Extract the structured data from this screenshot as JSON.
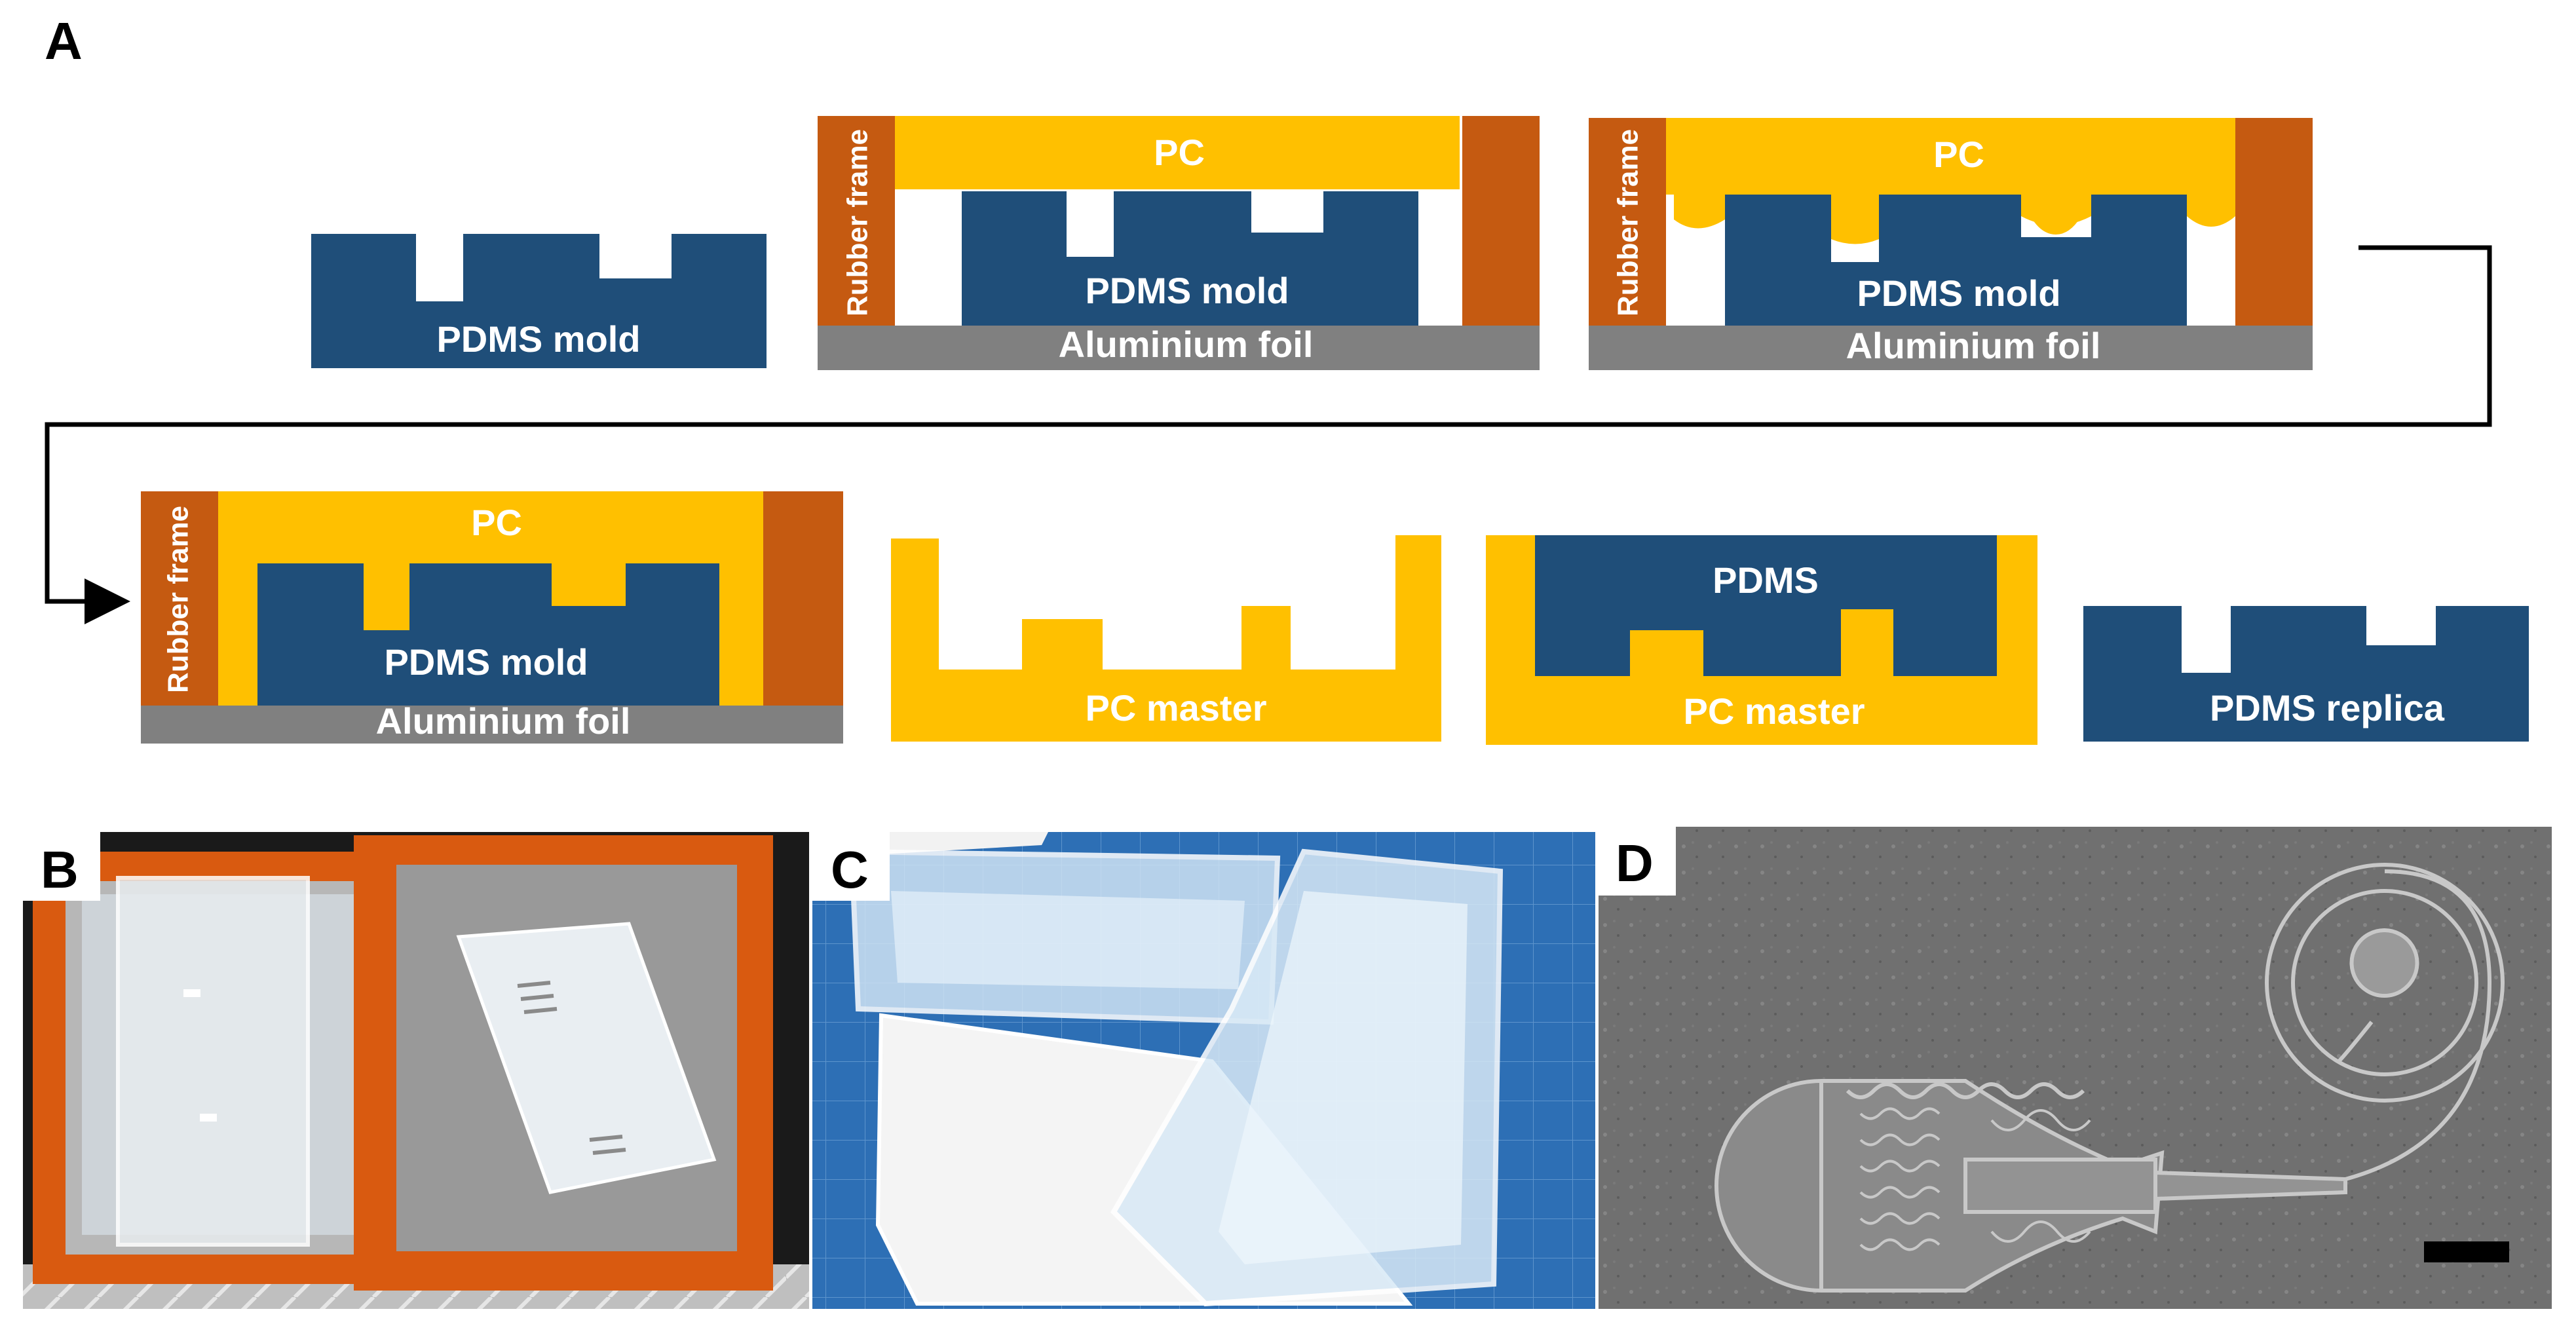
{
  "panels": {
    "a": "A",
    "b": "B",
    "c": "C",
    "d": "D"
  },
  "steps": {
    "s1": {
      "mold": "PDMS mold"
    },
    "s2": {
      "pc": "PC",
      "mold": "PDMS mold",
      "foil": "Aluminium foil",
      "frame": "Rubber frame"
    },
    "s3": {
      "pc": "PC",
      "mold": "PDMS mold",
      "foil": "Aluminium foil",
      "frame": "Rubber frame"
    },
    "s4": {
      "pc": "PC",
      "mold": "PDMS mold",
      "foil": "Aluminium foil",
      "frame": "Rubber frame"
    },
    "s5": {
      "master": "PC master"
    },
    "s6": {
      "pdms": "PDMS",
      "master": "PC master"
    },
    "s7": {
      "replica": "PDMS replica"
    }
  },
  "colors": {
    "pdms": "#1f4e79",
    "pc": "#ffc000",
    "rubber": "#c55a11",
    "foil": "#808080",
    "photo_b_bg": "#1a1a1a",
    "photo_c_bg": "#2b6cb0",
    "photo_d_bg": "#6b6b6b"
  }
}
